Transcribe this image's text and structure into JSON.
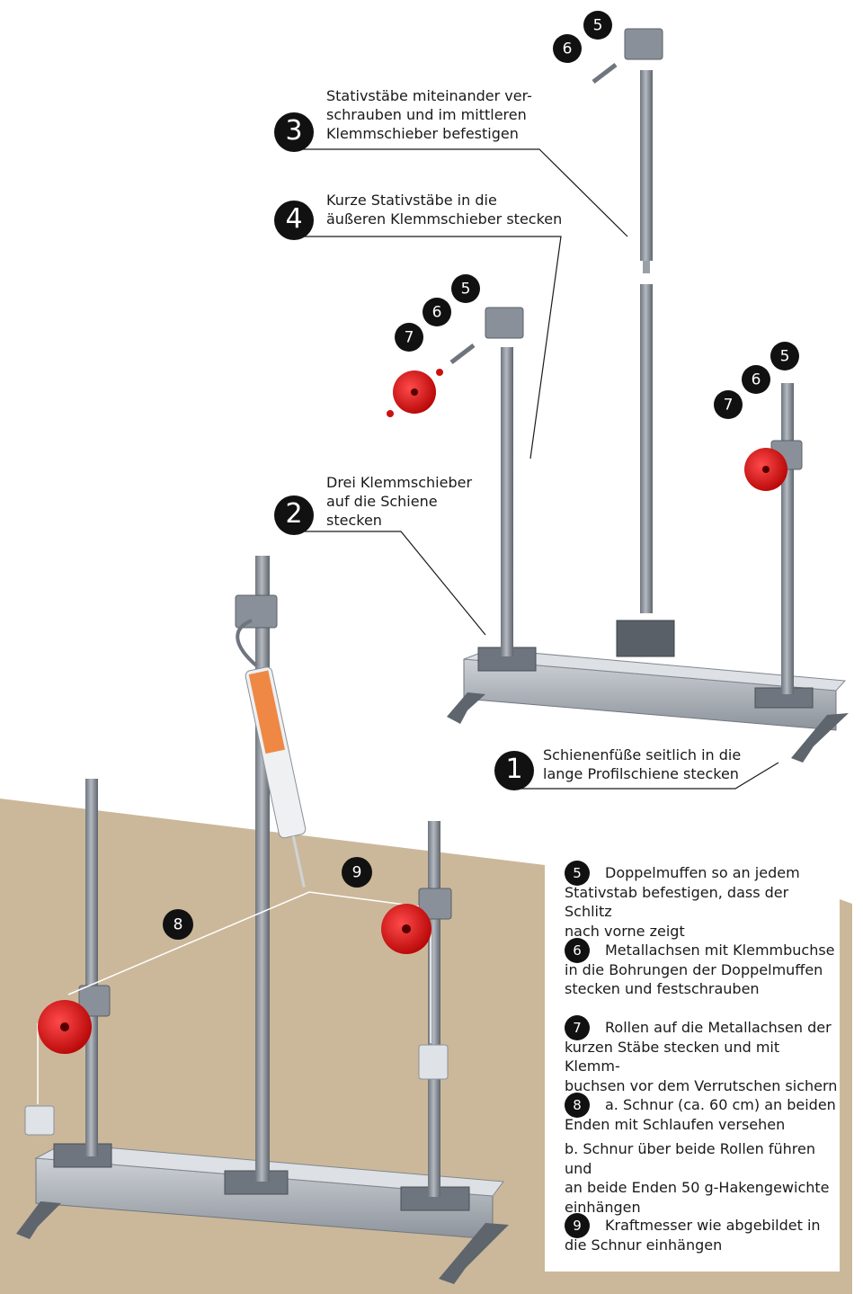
{
  "steps": {
    "s1": {
      "num": "1",
      "text_lines": [
        "Schienenfüße seitlich in die",
        "lange Profilschiene stecken"
      ]
    },
    "s2": {
      "num": "2",
      "text_lines": [
        "Drei Klemmschieber",
        "auf die Schiene",
        "stecken"
      ]
    },
    "s3": {
      "num": "3",
      "text_lines": [
        "Stativstäbe miteinander ver-",
        "schrauben und im mittleren",
        "Klemmschieber befestigen"
      ]
    },
    "s4": {
      "num": "4",
      "text_lines": [
        "Kurze Stativstäbe in die",
        "äußeren Klemmschieber stecken"
      ]
    }
  },
  "part_labels": {
    "five": "5",
    "six": "6",
    "seven": "7",
    "eight": "8",
    "nine": "9"
  },
  "legend": {
    "l5": {
      "num": "5",
      "first": "Doppelmuffen so an jedem",
      "rest": [
        "Stativstab befestigen, dass der Schlitz",
        "nach vorne zeigt"
      ]
    },
    "l6": {
      "num": "6",
      "first": "Metallachsen mit Klemmbuchse",
      "rest": [
        "in die Bohrungen der Doppelmuffen",
        "stecken und festschrauben"
      ]
    },
    "l7": {
      "num": "7",
      "first": "Rollen auf die Metallachsen der",
      "rest": [
        "kurzen Stäbe stecken und mit Klemm-",
        "buchsen vor dem Verrutschen sichern"
      ]
    },
    "l8": {
      "num": "8",
      "first": "a. Schnur (ca. 60 cm) an beiden",
      "rest": [
        "Enden mit Schlaufen versehen"
      ],
      "b_lines": [
        "b. Schnur über beide Rollen führen und",
        "an beide Enden 50 g-Hakengewichte",
        "einhängen"
      ]
    },
    "l9": {
      "num": "9",
      "first": "Kraftmesser wie abgebildet in",
      "rest": [
        "die Schnur einhängen"
      ]
    }
  },
  "colors": {
    "floor": "#cbb89a",
    "rod": "#8a9099",
    "rail": "#b7bcc3",
    "pulley": "#dd1111",
    "badge": "#111111",
    "spring": "#ee8844"
  }
}
